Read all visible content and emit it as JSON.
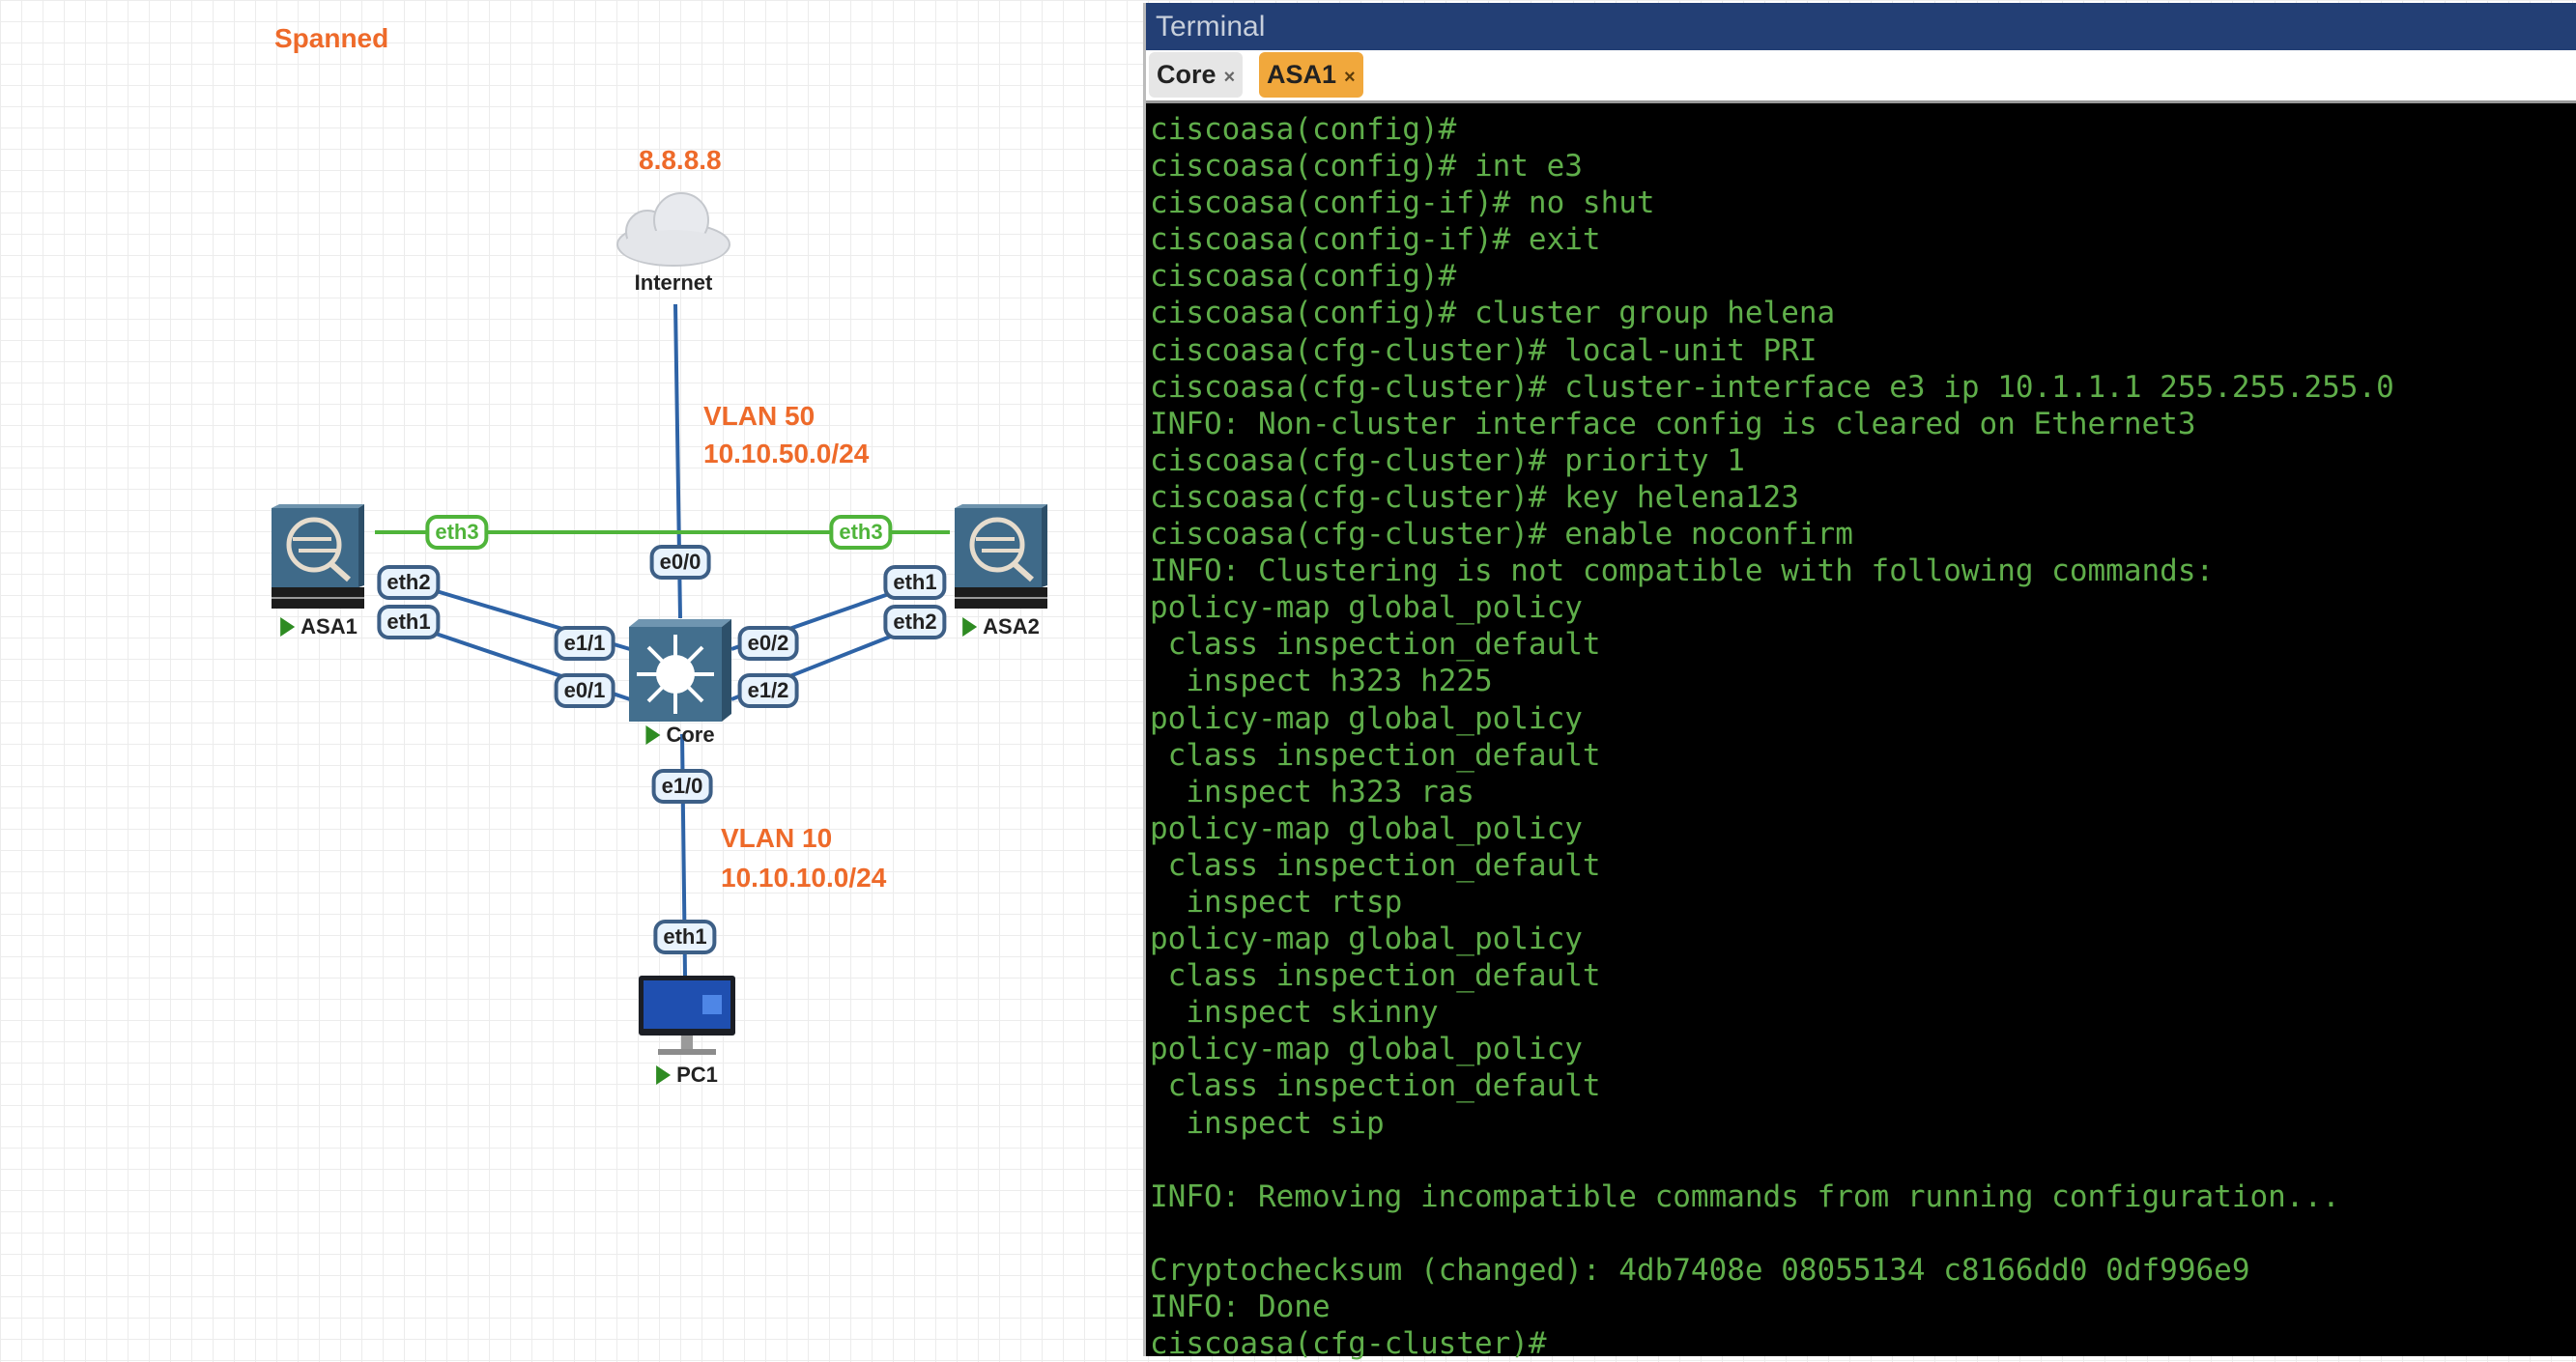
{
  "diagram": {
    "title": "Spanned",
    "internet": {
      "ip": "8.8.8.8",
      "label": "Internet"
    },
    "vlan50": {
      "name": "VLAN 50",
      "subnet": "10.10.50.0/24"
    },
    "vlan10": {
      "name": "VLAN 10",
      "subnet": "10.10.10.0/24"
    },
    "nodes": {
      "asa1": "ASA1",
      "asa2": "ASA2",
      "core": "Core",
      "pc1": "PC1"
    },
    "ports": {
      "asa1_eth3": "eth3",
      "asa2_eth3": "eth3",
      "core_e00": "e0/0",
      "asa1_eth2": "eth2",
      "asa1_eth1": "eth1",
      "core_e11": "e1/1",
      "core_e01": "e0/1",
      "core_e02": "e0/2",
      "core_e12": "e1/2",
      "asa2_eth1": "eth1",
      "asa2_eth2": "eth2",
      "core_e10": "e1/0",
      "pc1_eth1": "eth1"
    },
    "colors": {
      "link": "#2e63a6",
      "cluster_link": "#4fb43a",
      "label": "#ee6a2a",
      "running": "#2e8b22"
    }
  },
  "terminal": {
    "title": "Terminal",
    "tabs": [
      {
        "label": "Core",
        "close": "×",
        "active": false
      },
      {
        "label": "ASA1",
        "close": "×",
        "active": true
      }
    ],
    "lines": [
      "ciscoasa(config)#",
      "ciscoasa(config)# int e3",
      "ciscoasa(config-if)# no shut",
      "ciscoasa(config-if)# exit",
      "ciscoasa(config)#",
      "ciscoasa(config)# cluster group helena",
      "ciscoasa(cfg-cluster)# local-unit PRI",
      "ciscoasa(cfg-cluster)# cluster-interface e3 ip 10.1.1.1 255.255.255.0",
      "INFO: Non-cluster interface config is cleared on Ethernet3",
      "ciscoasa(cfg-cluster)# priority 1",
      "ciscoasa(cfg-cluster)# key helena123",
      "ciscoasa(cfg-cluster)# enable noconfirm",
      "INFO: Clustering is not compatible with following commands:",
      "policy-map global_policy",
      " class inspection_default",
      "  inspect h323 h225",
      "policy-map global_policy",
      " class inspection_default",
      "  inspect h323 ras",
      "policy-map global_policy",
      " class inspection_default",
      "  inspect rtsp",
      "policy-map global_policy",
      " class inspection_default",
      "  inspect skinny",
      "policy-map global_policy",
      " class inspection_default",
      "  inspect sip",
      "",
      "INFO: Removing incompatible commands from running configuration...",
      "",
      "Cryptochecksum (changed): 4db7408e 08055134 c8166dd0 0df996e9",
      "INFO: Done",
      "ciscoasa(cfg-cluster)#"
    ],
    "colors": {
      "text": "#5fae4a",
      "title_bar": "#233f75",
      "active_tab": "#f1a83c"
    }
  }
}
